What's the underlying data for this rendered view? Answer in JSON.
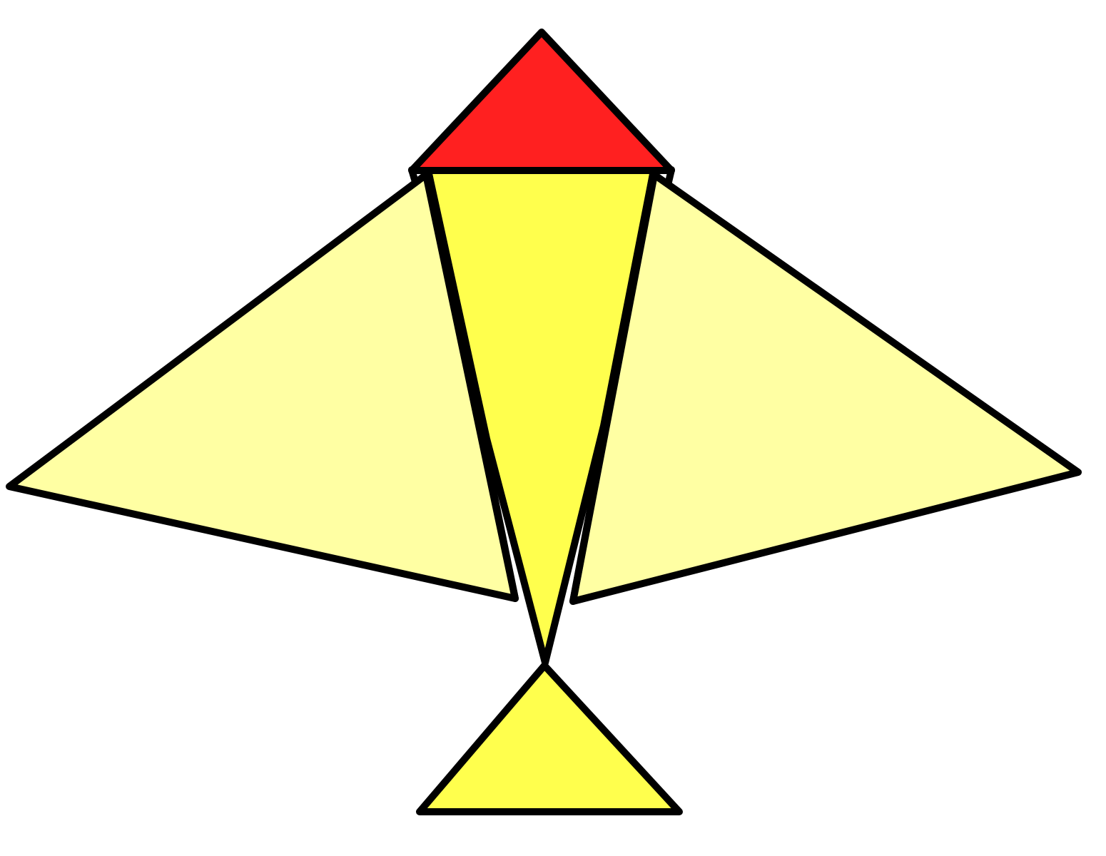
{
  "figure": {
    "subject": "bird",
    "colors": {
      "stroke": "#000000",
      "head": "#ff2020",
      "body": "#ffff4d",
      "wing": "#ffffa3",
      "tail": "#ffff4d",
      "background": "#ffffff"
    },
    "parts": [
      "head",
      "left-wing",
      "right-wing",
      "body",
      "tail"
    ]
  }
}
